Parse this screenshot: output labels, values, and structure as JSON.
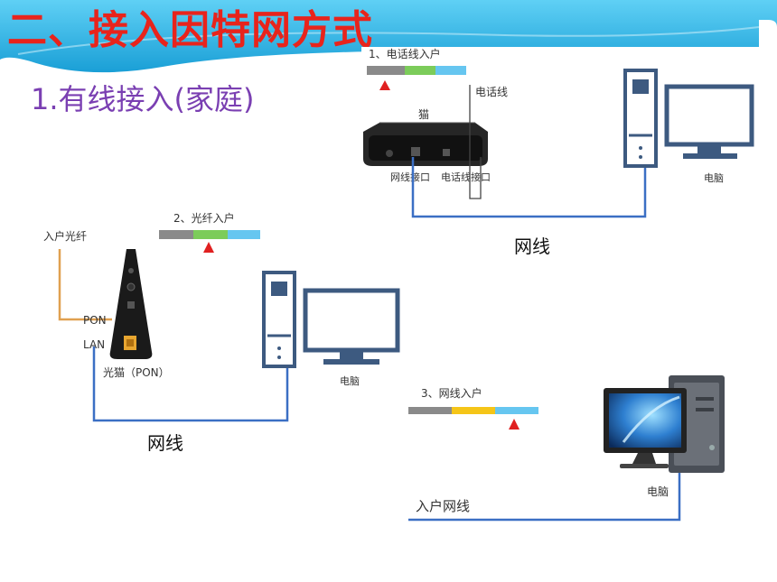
{
  "title": "二、接入因特网方式",
  "subtitle": "1.有线接入(家庭)",
  "section1": {
    "heading": "1、电话线入户",
    "phone_line_label": "电话线",
    "modem_label": "猫",
    "net_port_label": "网线接口",
    "phone_port_label": "电话线接口",
    "computer_label": "电脑",
    "cable_label": "网线"
  },
  "section2": {
    "heading": "2、光纤入户",
    "fiber_label": "入户光纤",
    "pon_label": "PON",
    "lan_label": "LAN",
    "onu_label": "光猫（PON）",
    "computer_label": "电脑",
    "cable_label": "网线"
  },
  "section3": {
    "heading": "3、网线入户",
    "computer_label": "电脑",
    "cable_label": "入户网线"
  },
  "colors": {
    "title": "#e8241c",
    "subtitle": "#7a3fb2",
    "banner": "#2bb3e6",
    "cable_blue": "#3b6fc4",
    "fiber_orange": "#e0a050",
    "marker_red": "#e02020",
    "bar_gray": "#8a8a8a",
    "bar_green": "#7ccc5a",
    "bar_blue": "#66c6f0",
    "bar_yellow": "#f5c518",
    "device_outline": "#3d5a80"
  }
}
